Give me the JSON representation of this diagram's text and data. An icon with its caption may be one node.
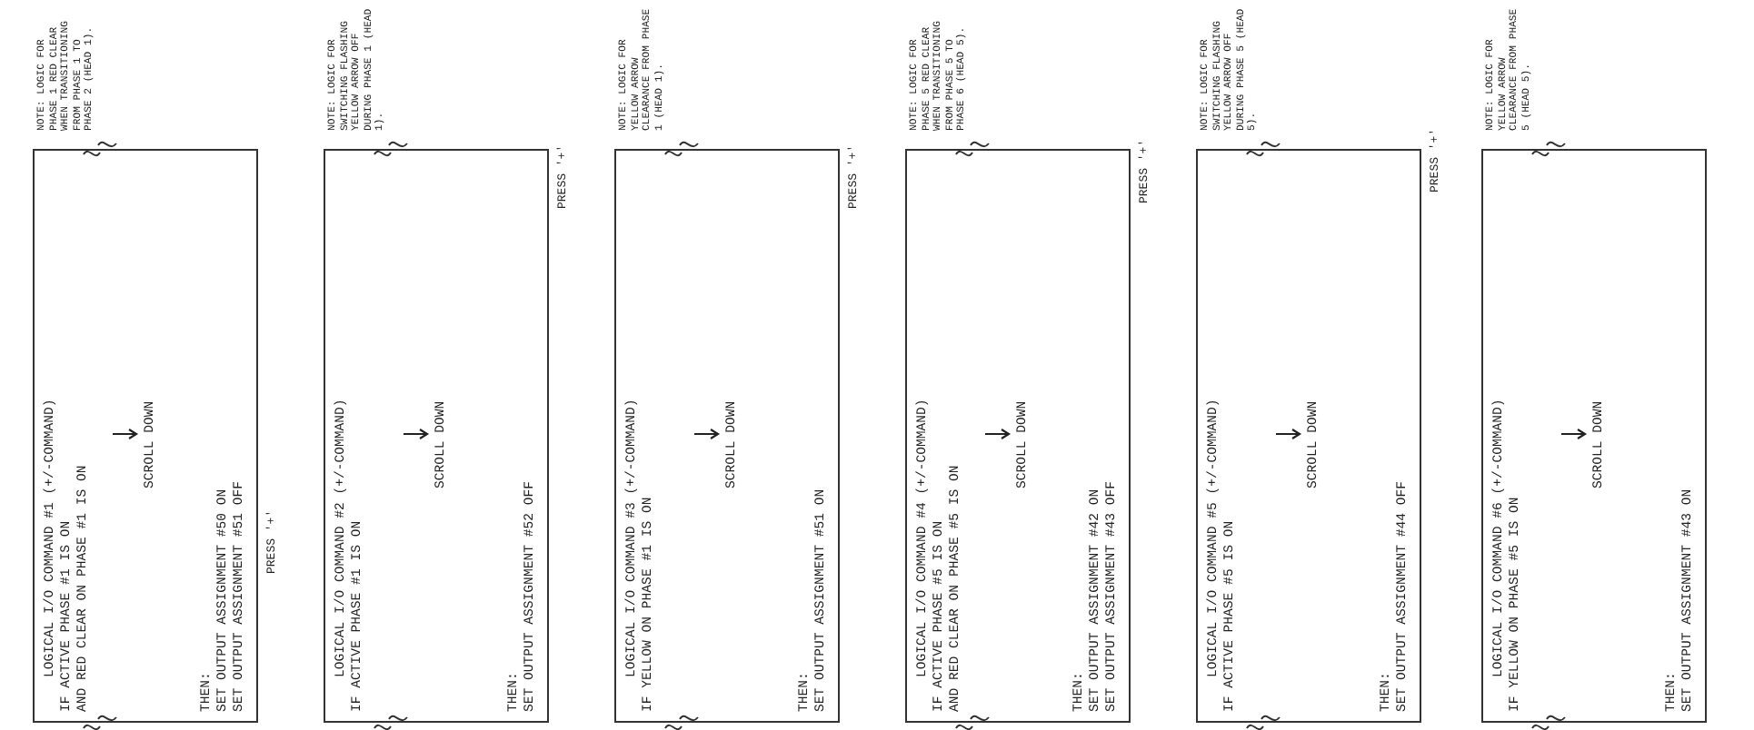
{
  "diagram": {
    "nodes": [
      {
        "text": [
          "LOGICAL I/O COMMAND #1 (+/-COMMAND)",
          "IF ACTIVE PHASE #1 IS ON",
          "AND RED CLEAR ON PHASE #1 IS ON",
          "SCROLL DOWN",
          "THEN:",
          "SET OUTPUT ASSIGNMENT #50 ON",
          "SET OUTPUT ASSIGNMENT #51 OFF"
        ],
        "beside": [
          "NOTE: LOGIC FOR PHASE 1 RED CLEAR WHEN TRANSITIONING FROM PHASE 1 TO PHASE 2 (HEAD 1).",
          "PRESS '+'"
        ]
      },
      {
        "text": [
          "LOGICAL I/O COMMAND #2 (+/-COMMAND)",
          "IF ACTIVE PHASE #1 IS ON",
          "SCROLL DOWN",
          "THEN:",
          "SET OUTPUT ASSIGNMENT #52 OFF"
        ],
        "beside": [
          "NOTE: LOGIC FOR SWITCHING FLASHING YELLOW ARROW OFF DURING PHASE 1 (HEAD 1).",
          "PRESS '+'"
        ]
      },
      {
        "text": [
          "LOGICAL I/O COMMAND #3 (+/-COMMAND)",
          "IF YELLOW ON PHASE #1 IS ON",
          "SCROLL DOWN",
          "THEN:",
          "SET OUTPUT ASSIGNMENT #51 ON"
        ],
        "beside": [
          "NOTE: LOGIC FOR YELLOW ARROW CLEARANCE FROM PHASE 1 (HEAD 1).",
          "PRESS '+'"
        ]
      },
      {
        "text": [
          "LOGICAL I/O COMMAND #4 (+/-COMMAND)",
          "IF ACTIVE PHASE #5 IS ON",
          "AND RED CLEAR ON PHASE #5 IS ON",
          "SCROLL DOWN",
          "THEN:",
          "SET OUTPUT ASSIGNMENT #42 ON",
          "SET OUTPUT ASSIGNMENT #43 OFF"
        ],
        "beside": [
          "NOTE: LOGIC FOR PHASE 5 RED CLEAR WHEN TRANSITIONING FROM PHASE 5 TO PHASE 6 (HEAD 5).",
          "PRESS '+'"
        ]
      },
      {
        "text": [
          "LOGICAL I/O COMMAND #5 (+/-COMMAND)",
          "IF ACTIVE PHASE #5 IS ON",
          "SCROLL DOWN",
          "THEN:",
          "SET OUTPUT ASSIGNMENT #44 OFF"
        ],
        "beside": [
          "NOTE: LOGIC FOR SWITCHING FLASHING YELLOW ARROW OFF DURING PHASE 5 (HEAD 5).",
          "PRESS '+'"
        ]
      },
      {
        "text": [
          "LOGICAL I/O COMMAND #6 (+/-COMMAND)",
          "IF YELLOW ON PHASE #5 IS ON",
          "SCROLL DOWN",
          "THEN:",
          "SET OUTPUT ASSIGNMENT #43 ON"
        ],
        "beside": [
          "NOTE: LOGIC FOR YELLOW ARROW CLEARANCE FROM PHASE 5 (HEAD 5)."
        ]
      }
    ]
  }
}
